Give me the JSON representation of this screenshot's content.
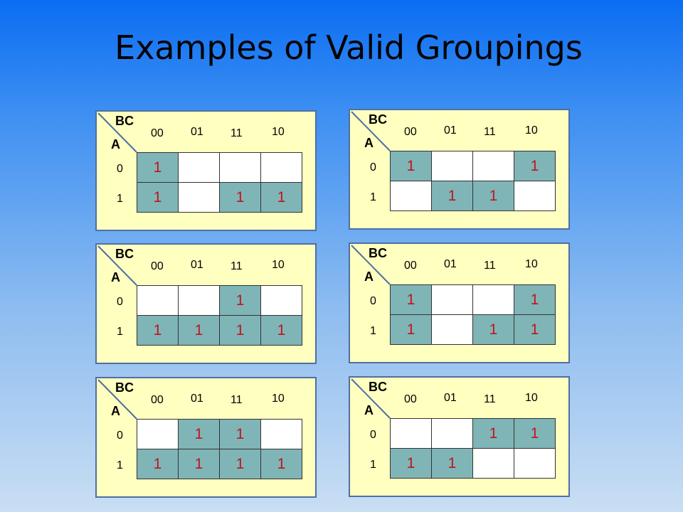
{
  "title": "Examples of Valid Groupings",
  "labels": {
    "bc": "BC",
    "a": "A"
  },
  "columns": [
    "00",
    "01",
    "11",
    "10"
  ],
  "rows": [
    "0",
    "1"
  ],
  "colors": {
    "highlight": "#7fb5b7",
    "map_bg": "#ffffc0",
    "one": "#c0141c"
  },
  "maps": [
    {
      "cells": [
        [
          "1",
          "",
          "",
          ""
        ],
        [
          "1",
          "",
          "1",
          "1"
        ]
      ],
      "highlight": [
        [
          1,
          0,
          0,
          0
        ],
        [
          1,
          0,
          1,
          1
        ]
      ]
    },
    {
      "cells": [
        [
          "1",
          "",
          "",
          "1"
        ],
        [
          "",
          "1",
          "1",
          ""
        ]
      ],
      "highlight": [
        [
          1,
          0,
          0,
          1
        ],
        [
          0,
          1,
          1,
          0
        ]
      ]
    },
    {
      "cells": [
        [
          "",
          "",
          "1",
          ""
        ],
        [
          "1",
          "1",
          "1",
          "1"
        ]
      ],
      "highlight": [
        [
          0,
          0,
          1,
          0
        ],
        [
          1,
          1,
          1,
          1
        ]
      ]
    },
    {
      "cells": [
        [
          "1",
          "",
          "",
          "1"
        ],
        [
          "1",
          "",
          "1",
          "1"
        ]
      ],
      "highlight": [
        [
          1,
          0,
          0,
          1
        ],
        [
          1,
          0,
          1,
          1
        ]
      ]
    },
    {
      "cells": [
        [
          "",
          "1",
          "1",
          ""
        ],
        [
          "1",
          "1",
          "1",
          "1"
        ]
      ],
      "highlight": [
        [
          0,
          1,
          1,
          0
        ],
        [
          1,
          1,
          1,
          1
        ]
      ]
    },
    {
      "cells": [
        [
          "",
          "",
          "1",
          "1"
        ],
        [
          "1",
          "1",
          "",
          ""
        ]
      ],
      "highlight": [
        [
          0,
          0,
          1,
          1
        ],
        [
          1,
          1,
          0,
          0
        ]
      ]
    }
  ]
}
